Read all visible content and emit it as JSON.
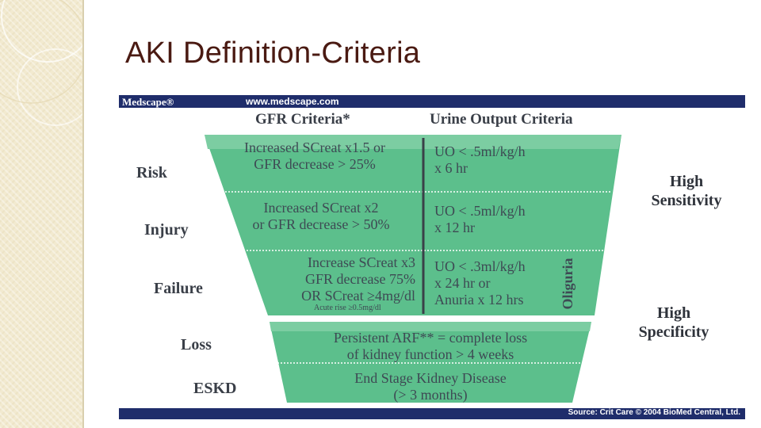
{
  "slide": {
    "title": "AKI Definition-Criteria"
  },
  "figure": {
    "brand": "Medscape®",
    "url": "www.medscape.com",
    "source": "Source: Crit Care © 2004 BioMed Central, Ltd.",
    "column_headers": {
      "gfr": "GFR Criteria*",
      "urine": "Urine Output Criteria"
    },
    "stages": [
      {
        "name": "Risk",
        "gfr": [
          "Increased SCreat x1.5 or",
          "GFR decrease > 25%"
        ],
        "urine": [
          "UO < .5ml/kg/h",
          "x 6 hr"
        ]
      },
      {
        "name": "Injury",
        "gfr": [
          "Increased SCreat x2",
          "or GFR decrease > 50%"
        ],
        "urine": [
          "UO < .5ml/kg/h",
          "x 12 hr"
        ]
      },
      {
        "name": "Failure",
        "gfr": [
          "Increase SCreat x3",
          "GFR decrease 75%",
          "OR SCreat ≥4mg/dl"
        ],
        "gfr_note": "Acute rise ≥0.5mg/dl",
        "urine": [
          "UO < .3ml/kg/h",
          "x 24 hr or",
          "Anuria x 12 hrs"
        ]
      }
    ],
    "outcomes": [
      {
        "name": "Loss",
        "text": [
          "Persistent ARF** = complete loss",
          "of kidney function > 4 weeks"
        ]
      },
      {
        "name": "ESKD",
        "text": [
          "End Stage Kidney Disease",
          "(> 3 months)"
        ]
      }
    ],
    "oliguria_label": "Oliguria",
    "side_labels": {
      "high_sensitivity": [
        "High",
        "Sensitivity"
      ],
      "high_specificity": [
        "High",
        "Specificity"
      ]
    },
    "colors": {
      "funnel": "#5cbf8c",
      "funnel_light": "#7ccda2",
      "header_bar": "#1f2d6b",
      "title": "#4a1a12"
    }
  }
}
